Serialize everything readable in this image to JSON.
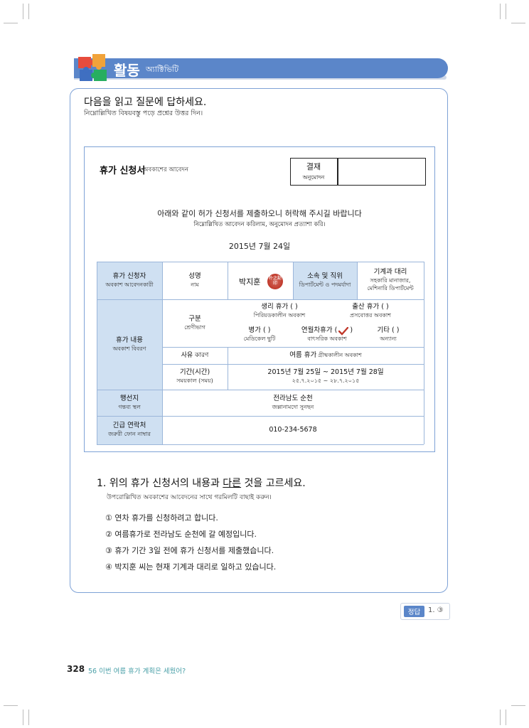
{
  "header": {
    "title": "활동",
    "subtitle": "অ্যাক্টিভিটি"
  },
  "instruction": {
    "ko": "다음을 읽고 질문에 답하세요.",
    "bn": "নিম্নোল্লিখিত বিষয়বস্তু পড়ে প্রশ্নের উত্তর দিন।"
  },
  "form": {
    "title": "휴가 신청서",
    "title_bn": "অবকাশের আবেদন",
    "approval": {
      "ko": "결재",
      "bn": "অনুমোদন"
    },
    "request_ko": "아래와 같이 허가 신청서를 제출하오니 허락해 주시길 바랍니다",
    "request_bn": "নিম্নোল্লিখিত আবেদন করিলাম, অনুমোদন প্রত্যাশা করি।",
    "date": "2015년 7월 24일",
    "applicant": {
      "label": "휴가 신청자",
      "label_bn": "অবকাশ আবেদনকারী",
      "name_label": "성명",
      "name_label_bn": "নাম",
      "name": "박지훈",
      "seal_text": "朴之勳印",
      "dept_label": "소속 및 직위",
      "dept_label_bn": "ডিপার্টমেন্ট ও পদমর্যাদা",
      "dept_value": "기계과 대리",
      "dept_value_bn": "সহকারি মানাজার, মেশিনারি ডিপার্টমেন্ট"
    },
    "content": {
      "label": "휴가 내용",
      "label_bn": "অবকাশ বিবরণ",
      "type_label": "구분",
      "type_label_bn": "শ্রেণীভাগ",
      "types": {
        "menstrual": "생리 휴가 (     )",
        "menstrual_bn": "পিরিয়ডকালীন অবকাশ",
        "maternity": "출산 휴가 (     )",
        "maternity_bn": "প্রসবোত্তর অবকাশ",
        "sick": "병가 (     )",
        "sick_bn": "মেডিকেল ছুটি",
        "annual": "연월차휴가 (",
        "annual_close": ")",
        "annual_bn": "বাৎসরিক অবকাশ",
        "other": "기타 (     )",
        "other_bn": "অন্যান্য"
      },
      "reason_label": "사유 কারণ",
      "reason_value": "여름 휴가",
      "reason_value_bn": "গ্রীষ্মকালীন অবকাশ",
      "period_label": "기간(시간)",
      "period_label_bn": "সময়কাল (সময়)",
      "period_value": "2015년 7월 25일 ~ 2015년 7월 28일",
      "period_value_bn": "২৫.৭.২০১৫ ~ ২৮.৭.২০১৫"
    },
    "destination": {
      "label": "행선지",
      "label_bn": "গন্তব্য স্থল",
      "value": "전라남도 순천",
      "value_bn": "জল্লানামদো সুনছন"
    },
    "contact": {
      "label": "긴급 연락처",
      "label_bn": "জরুরী ফোন নাম্বার",
      "value": "010-234-5678"
    }
  },
  "question": {
    "number": "1.",
    "text_a": "위의 휴가 신청서의 내용과",
    "text_u": "다른",
    "text_b": "것을 고르세요.",
    "text_bn": "উপরোল্লিখিত অবকাশের আবেদনের সাথে গরমিলটি বাছাই করুন।",
    "options": [
      "① 연차 휴가를 신청하려고 합니다.",
      "② 여름휴가로 전라남도 순천에 갈 예정입니다.",
      "③ 휴가 기간 3일 전에 휴가 신청서를 제출했습니다.",
      "④ 박지훈 씨는 현재 기계과 대리로 일하고 있습니다."
    ]
  },
  "answer": {
    "label": "정답",
    "value": "1. ③"
  },
  "footer": {
    "page": "328",
    "title": "56 이번 여름 휴가 계획은 세웠어?"
  },
  "colors": {
    "accent": "#5b86c9",
    "table_header": "#cfe0f2",
    "border": "#7ea2d6",
    "seal": "#c0392b",
    "check": "#c0392b",
    "footer_text": "#4aa0a8"
  }
}
